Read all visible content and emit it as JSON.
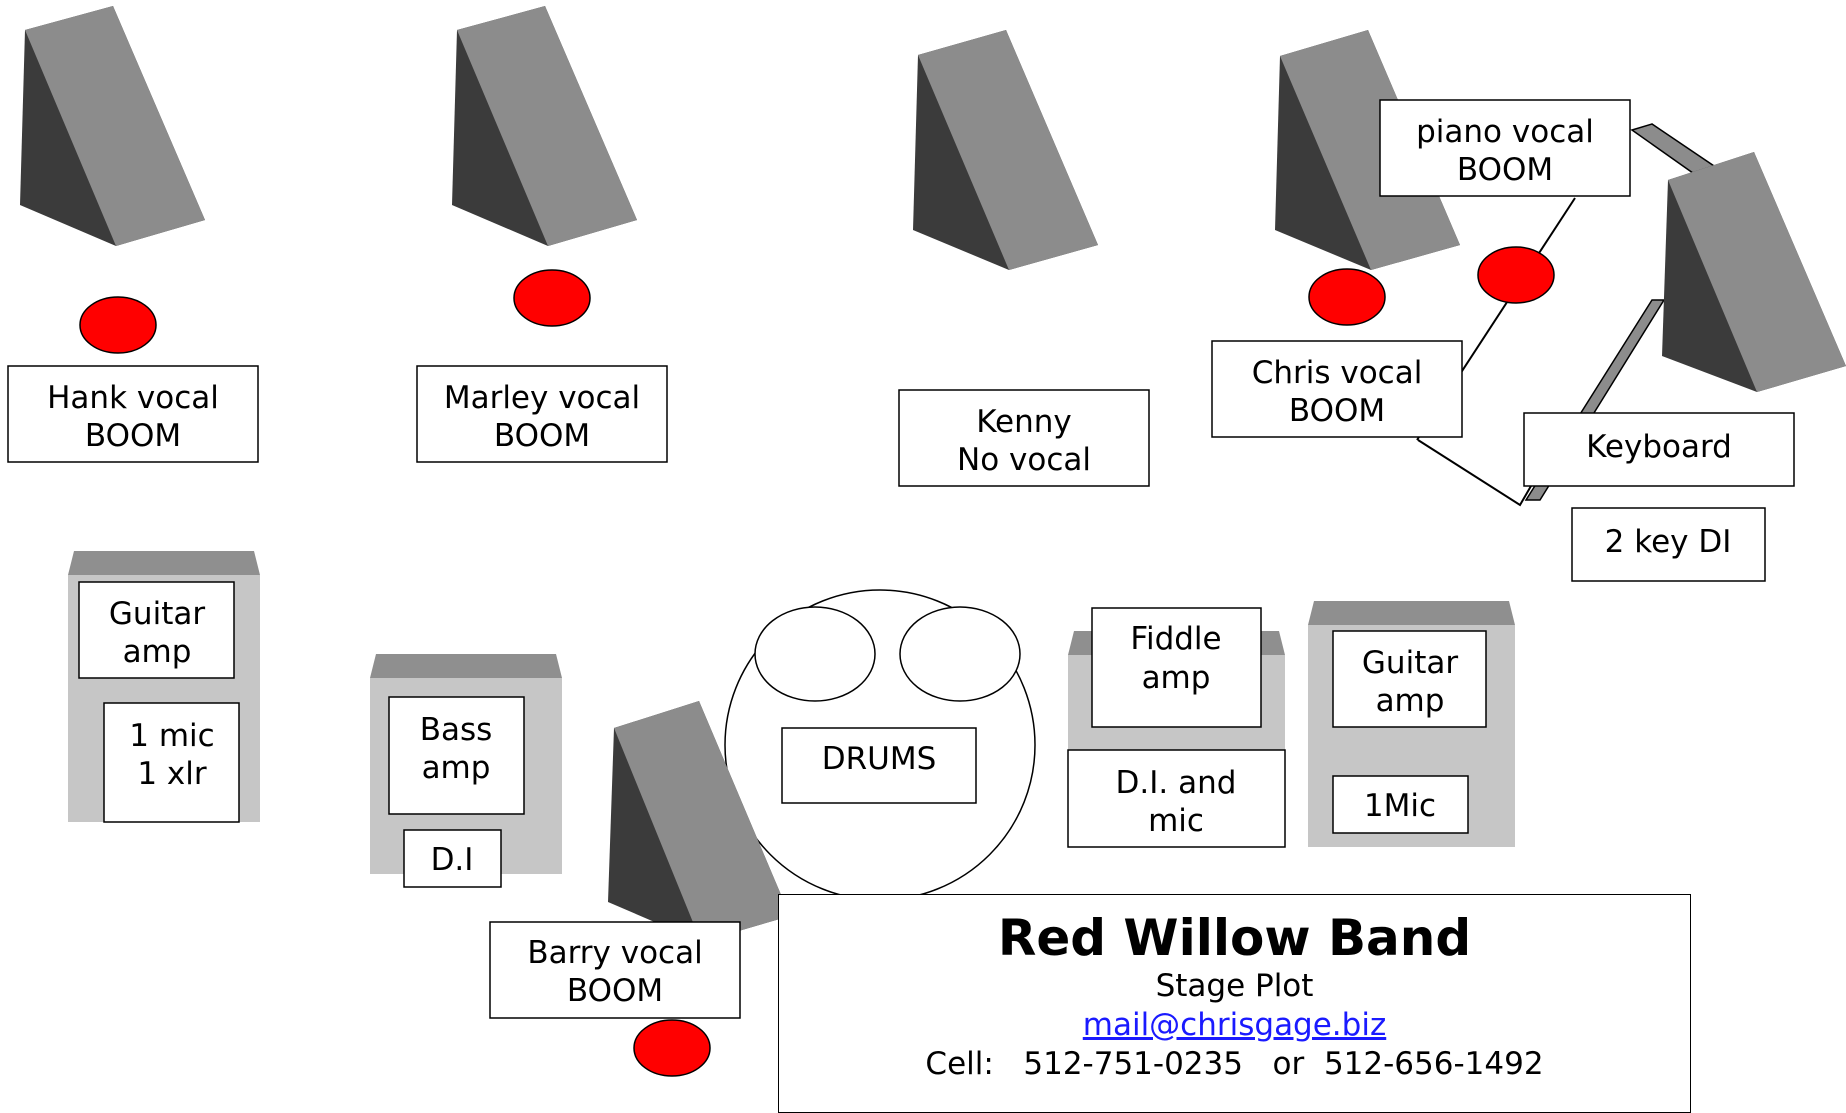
{
  "colors": {
    "monitor_side_dark": "#3b3b3b",
    "monitor_face": "#8c8c8c",
    "mic_red": "#ff0000",
    "amp_body": "#c6c6c6",
    "amp_top": "#8f8f8f",
    "link": "#1a1aff"
  },
  "labels": {
    "hank": [
      "Hank vocal",
      "BOOM"
    ],
    "marley": [
      "Marley vocal",
      "BOOM"
    ],
    "kenny": [
      "Kenny",
      "No vocal"
    ],
    "chris": [
      "Chris vocal",
      "BOOM"
    ],
    "piano": [
      "piano vocal",
      "BOOM"
    ],
    "keyboard": [
      "Keyboard"
    ],
    "key_di": [
      "2 key DI"
    ],
    "guitar_amp_left": [
      "Guitar",
      "amp"
    ],
    "guitar_amp_left_input": [
      "1 mic",
      "1 xlr"
    ],
    "bass_amp": [
      "Bass",
      "amp"
    ],
    "bass_input": [
      "D.I"
    ],
    "drums": [
      "DRUMS"
    ],
    "fiddle_amp": [
      "Fiddle",
      "amp"
    ],
    "fiddle_input": [
      "D.I. and",
      "mic"
    ],
    "guitar_amp_right": [
      "Guitar",
      "amp"
    ],
    "guitar_amp_right_input": [
      "1Mic"
    ],
    "barry": [
      "Barry vocal",
      "BOOM"
    ]
  },
  "title_block": {
    "band_name": "Red Willow Band",
    "subtitle": "Stage Plot",
    "email": "mail@chrisgage.biz",
    "cell_line": "Cell:   512-751-0235   or  512-656-1492"
  }
}
